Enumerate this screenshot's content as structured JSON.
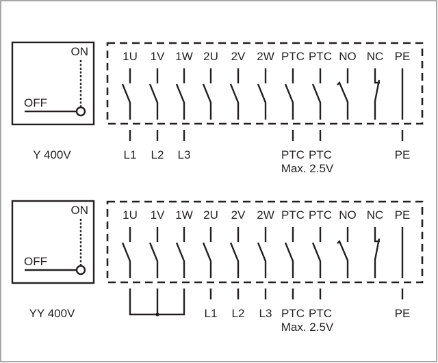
{
  "diagrams": [
    {
      "name": "Y 400V",
      "switch": {
        "on_label": "ON",
        "off_label": "OFF",
        "title": "Y 400V"
      },
      "terminals": [
        "1U",
        "1V",
        "1W",
        "2U",
        "2V",
        "2W",
        "PTC",
        "PTC",
        "NO",
        "NC",
        "PE"
      ],
      "connections": [
        "L1",
        "L2",
        "L3",
        "",
        "",
        "",
        "PTC",
        "PTC",
        "",
        "",
        "PE"
      ],
      "bridge": false,
      "note": "Max. 2.5V"
    },
    {
      "name": "YY 400V",
      "switch": {
        "on_label": "ON",
        "off_label": "OFF",
        "title": "YY 400V"
      },
      "terminals": [
        "1U",
        "1V",
        "1W",
        "2U",
        "2V",
        "2W",
        "PTC",
        "PTC",
        "NO",
        "NC",
        "PE"
      ],
      "connections": [
        "",
        "",
        "",
        "L1",
        "L2",
        "L3",
        "PTC",
        "PTC",
        "",
        "",
        "PE"
      ],
      "bridge": true,
      "note": "Max. 2.5V"
    }
  ]
}
